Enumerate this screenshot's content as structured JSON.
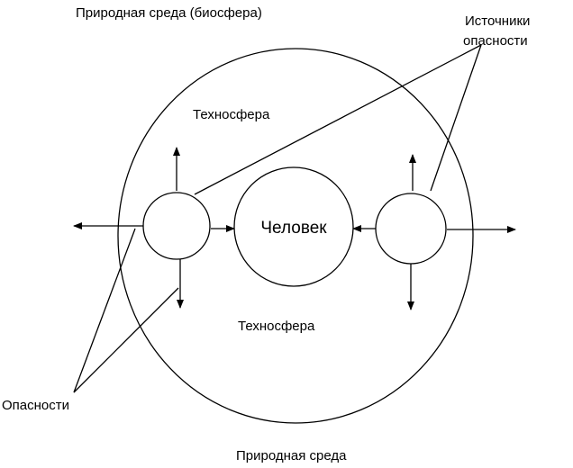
{
  "labels": {
    "biosphere_title": "Природная среда (биосфера)",
    "hazard_sources_line1": "Источники",
    "hazard_sources_line2": "опасности",
    "technosphere_top": "Техносфера",
    "technosphere_bottom": "Техносфера",
    "human": "Человек",
    "hazards": "Опасности",
    "natural_environment": "Природная среда"
  },
  "colors": {
    "line": "#000000",
    "background": "#ffffff"
  }
}
